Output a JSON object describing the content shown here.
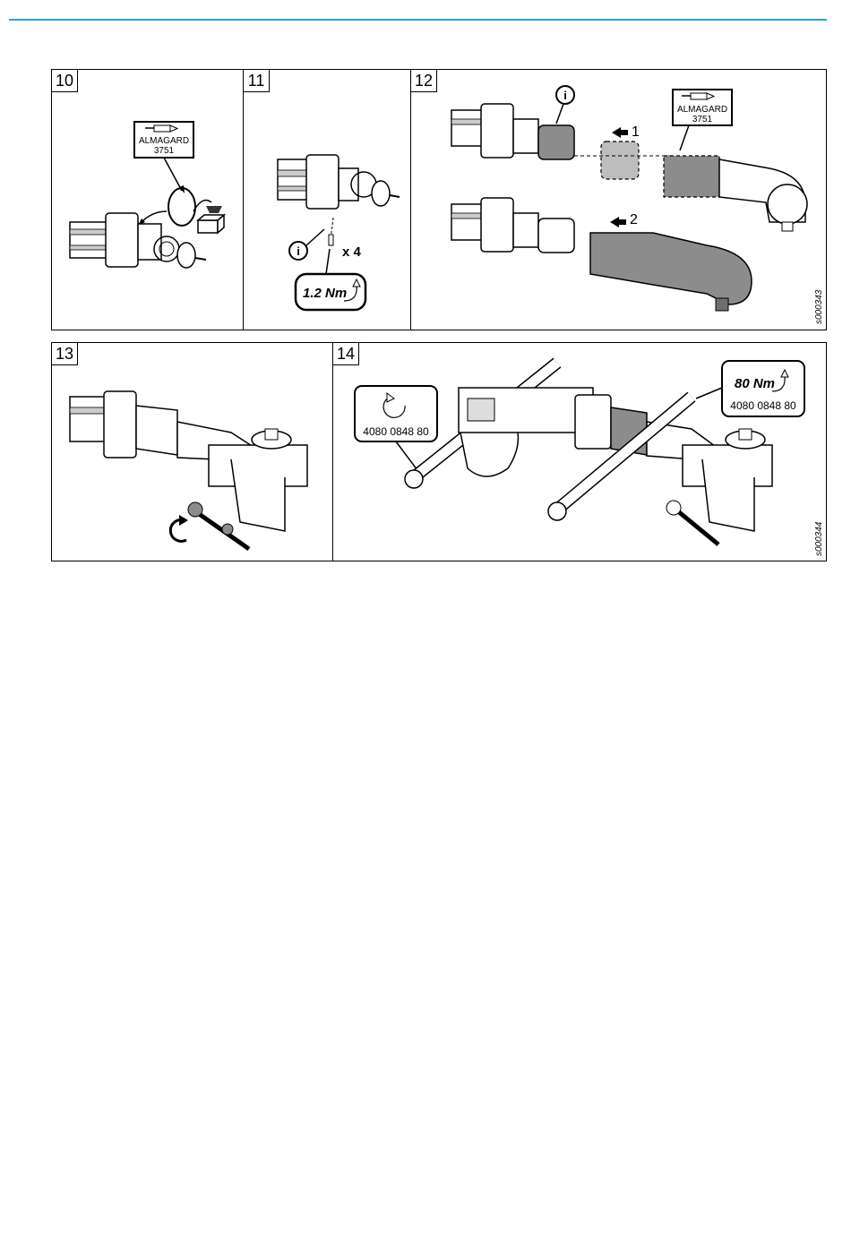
{
  "colors": {
    "accent_line": "#29a3d6",
    "part_gray": "#8c8c8c",
    "part_dark": "#6e6e6e"
  },
  "row1": {
    "figure_code": "s000343",
    "step10": {
      "number": "10",
      "grease_name": "ALMAGARD",
      "grease_code": "3751",
      "icons": [
        "grease-syringe-icon",
        "o-ring-icon",
        "discard-box-icon"
      ]
    },
    "step11": {
      "number": "11",
      "quantity": "x 4",
      "torque": "1.2 Nm",
      "icons": [
        "info-icon",
        "torque-arrow-icon"
      ]
    },
    "step12": {
      "number": "12",
      "grease_name": "ALMAGARD",
      "grease_code": "3751",
      "arrow1_label": "1",
      "arrow2_label": "2",
      "icons": [
        "info-icon",
        "grease-syringe-icon"
      ]
    }
  },
  "row2": {
    "figure_code": "s000344",
    "step13": {
      "number": "13",
      "icons": [
        "rotate-arrow-icon"
      ]
    },
    "step14": {
      "number": "14",
      "tool_number_left": "4080 0848 80",
      "torque": "80 Nm",
      "tool_number_right": "4080 0848 80",
      "icons": [
        "rotate-arrow-icon",
        "torque-arrow-icon"
      ]
    }
  }
}
